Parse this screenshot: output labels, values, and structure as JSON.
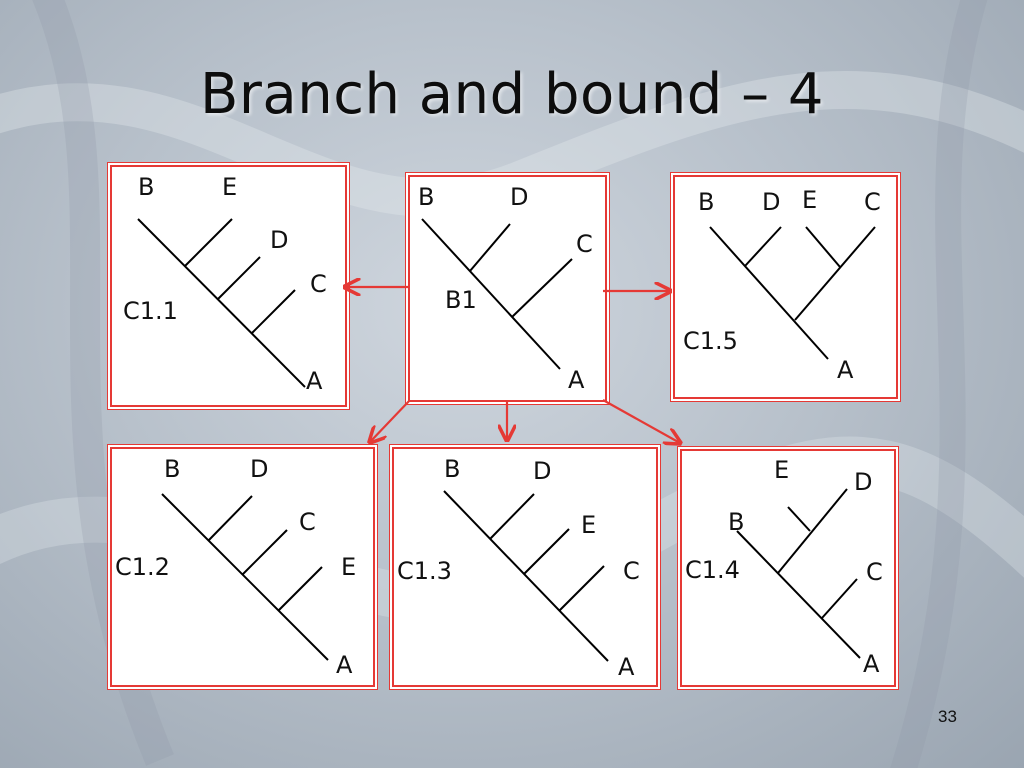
{
  "slide": {
    "title": "Branch and bound – 4",
    "page_number": "33",
    "accent_color": "#e53935",
    "background": "grey DNA helix photo"
  },
  "trees": [
    {
      "name": "C1.1",
      "leaves": [
        "B",
        "E",
        "D",
        "C",
        "A"
      ]
    },
    {
      "name": "B1",
      "leaves": [
        "B",
        "D",
        "C",
        "A"
      ]
    },
    {
      "name": "C1.5",
      "leaves": [
        "B",
        "D",
        "E",
        "C",
        "A"
      ]
    },
    {
      "name": "C1.2",
      "leaves": [
        "B",
        "D",
        "C",
        "E",
        "A"
      ]
    },
    {
      "name": "C1.3",
      "leaves": [
        "B",
        "D",
        "E",
        "C",
        "A"
      ]
    },
    {
      "name": "C1.4",
      "leaves": [
        "E",
        "D",
        "B",
        "C",
        "A"
      ]
    }
  ],
  "edges": [
    {
      "from": "B1",
      "to": "C1.1"
    },
    {
      "from": "B1",
      "to": "C1.5"
    },
    {
      "from": "B1",
      "to": "C1.2"
    },
    {
      "from": "B1",
      "to": "C1.3"
    },
    {
      "from": "B1",
      "to": "C1.4"
    }
  ]
}
